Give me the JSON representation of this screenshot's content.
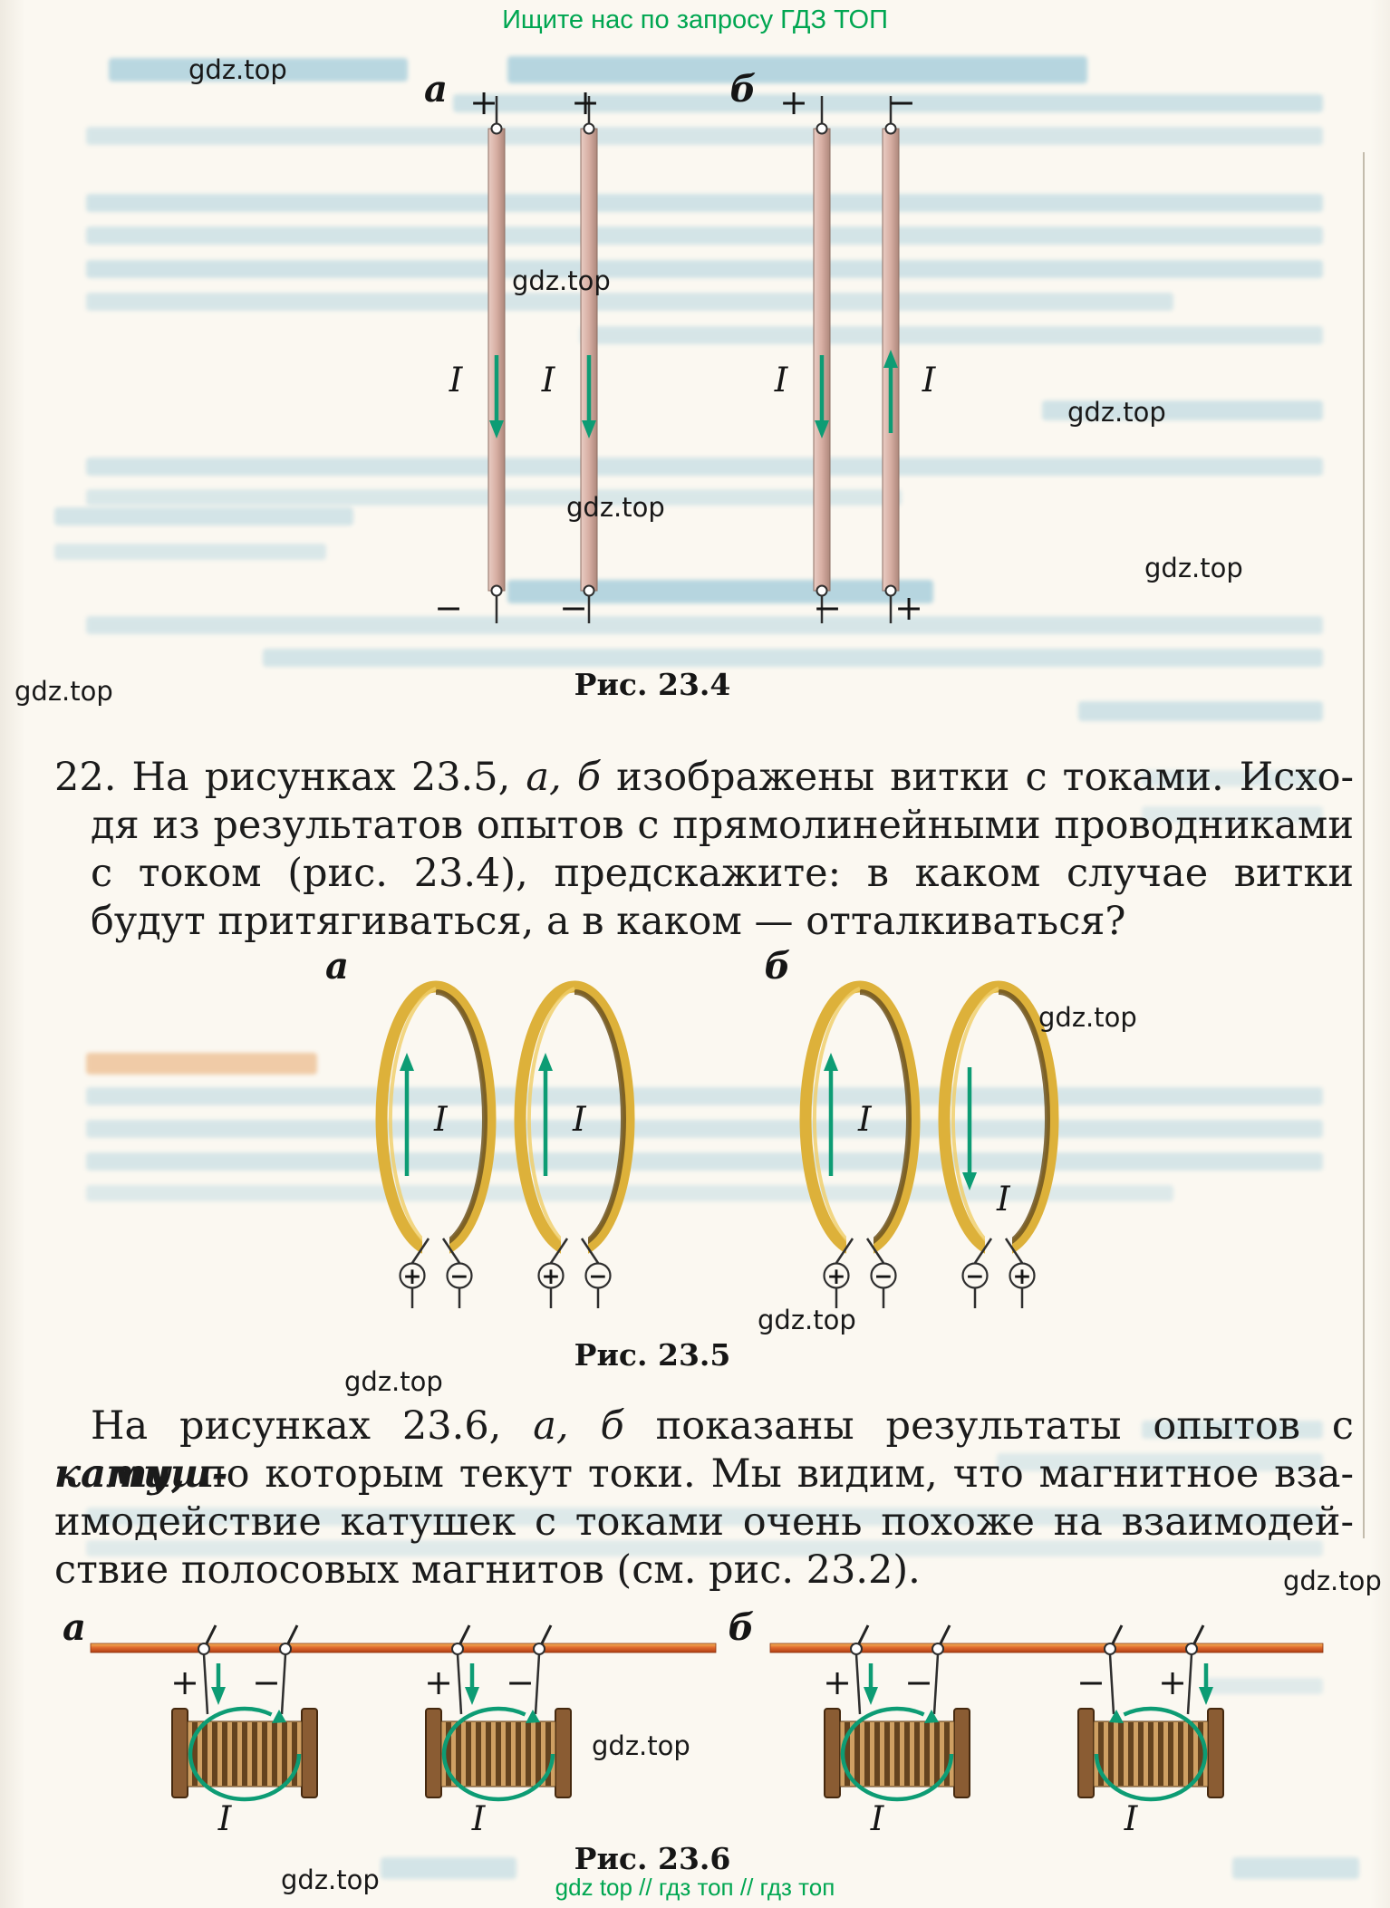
{
  "banners": {
    "top": "Ищите нас по запросу ГДЗ ТОП",
    "bottom": "gdz top  //  гдз топ  //  гдз топ"
  },
  "watermark_text": "gdz.top",
  "colors": {
    "banner_green": "#00a651",
    "arrow_green": "#0d9c74",
    "rod_pink": "#d7aea3",
    "loop_gold": "#ddb13a",
    "rail_orange": "#e06a2e",
    "coil_brown": "#cfa063",
    "bleed_blue": "#58a7c8",
    "bleed_orange": "#e08a3a",
    "text": "#1b1b1b"
  },
  "figure_23_4": {
    "caption": "Рис. 23.4",
    "group_labels": [
      "а",
      "б"
    ],
    "conductors": [
      {
        "group": "а",
        "top_sign": "+",
        "bottom_sign": "−",
        "direction": "down",
        "label": "I"
      },
      {
        "group": "а",
        "top_sign": "+",
        "bottom_sign": "−",
        "direction": "down",
        "label": "I"
      },
      {
        "group": "б",
        "top_sign": "+",
        "bottom_sign": "−",
        "direction": "down",
        "label": "I"
      },
      {
        "group": "б",
        "top_sign": "−",
        "bottom_sign": "+",
        "direction": "up",
        "label": "I"
      }
    ]
  },
  "paragraph_22": {
    "lines": [
      [
        {
          "t": "22. На рисунках 23.5, "
        },
        {
          "t": "а, б",
          "s": "i"
        },
        {
          "t": " изображены витки с токами. Исхо-"
        }
      ],
      [
        {
          "t": "дя из результатов опытов с прямолинейными проводниками"
        }
      ],
      [
        {
          "t": "с током (рис. 23.4), предскажите: в каком случае витки"
        }
      ],
      [
        {
          "t": "будут притягиваться, а в каком — отталкиваться?"
        }
      ]
    ]
  },
  "figure_23_5": {
    "caption": "Рис. 23.5",
    "group_labels": [
      "а",
      "б"
    ],
    "loops": [
      {
        "group": "а",
        "direction": "up",
        "label": "I",
        "left_sign": "+",
        "right_sign": "−"
      },
      {
        "group": "а",
        "direction": "up",
        "label": "I",
        "left_sign": "+",
        "right_sign": "−"
      },
      {
        "group": "б",
        "direction": "up",
        "label": "I",
        "left_sign": "+",
        "right_sign": "−"
      },
      {
        "group": "б",
        "direction": "down",
        "label": "I",
        "left_sign": "−",
        "right_sign": "+"
      }
    ]
  },
  "paragraph_23_6": {
    "lines": [
      [
        {
          "t": "На рисунках 23.6, "
        },
        {
          "t": "а, б",
          "s": "i"
        },
        {
          "t": " показаны результаты опытов с "
        },
        {
          "t": "катуш-",
          "s": "bi"
        }
      ],
      [
        {
          "t": "ками,",
          "s": "bi"
        },
        {
          "t": " по которым текут токи. Мы видим, что магнитное вза-"
        }
      ],
      [
        {
          "t": "имодействие катушек с токами очень похоже на взаимодей-"
        }
      ],
      [
        {
          "t": "ствие полосовых магнитов (см. рис. 23.2)."
        }
      ]
    ]
  },
  "figure_23_6": {
    "caption": "Рис. 23.6",
    "group_labels": [
      "а",
      "б"
    ],
    "coils": [
      {
        "group": "а",
        "left_sign": "+",
        "right_sign": "−",
        "label": "I",
        "flip": false
      },
      {
        "group": "а",
        "left_sign": "+",
        "right_sign": "−",
        "label": "I",
        "flip": false
      },
      {
        "group": "б",
        "left_sign": "+",
        "right_sign": "−",
        "label": "I",
        "flip": false
      },
      {
        "group": "б",
        "left_sign": "−",
        "right_sign": "+",
        "label": "I",
        "flip": true
      }
    ]
  }
}
